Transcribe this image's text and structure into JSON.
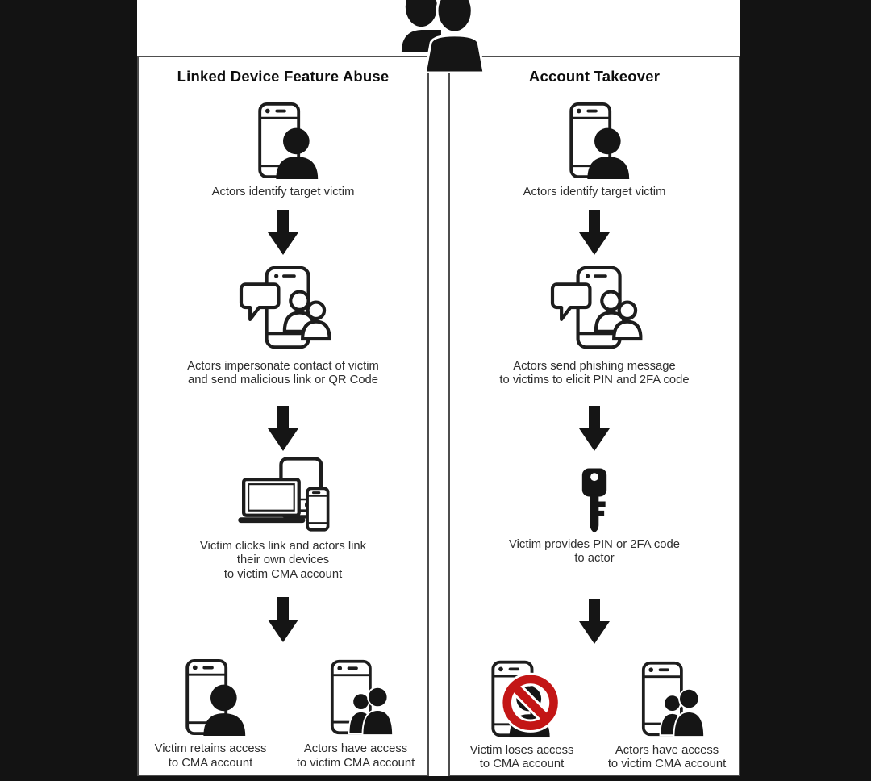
{
  "colors": {
    "background": "#131313",
    "paper": "#ffffff",
    "line": "#4e4e4e",
    "ink": "#1d1d1d",
    "text": "#2e2e2e",
    "prohibition_red": "#c31616"
  },
  "header": {
    "icon": "two-actors-icon"
  },
  "columns": [
    {
      "title": "Linked Device Feature Abuse",
      "steps": [
        {
          "icon": "phone-person-icon",
          "caption": "Actors identify target victim"
        },
        {
          "icon": "phone-chat-contacts-icon",
          "caption": "Actors impersonate contact of victim\nand send malicious link or QR Code"
        },
        {
          "icon": "linked-devices-icon",
          "caption": "Victim clicks link and actors link\ntheir own devices\nto victim CMA account"
        }
      ],
      "outcomes": [
        {
          "icon": "phone-person-icon",
          "caption": "Victim retains access\nto CMA account"
        },
        {
          "icon": "phone-two-actors-icon",
          "caption": "Actors have access\nto victim CMA account"
        }
      ]
    },
    {
      "title": "Account Takeover",
      "steps": [
        {
          "icon": "phone-person-icon",
          "caption": "Actors identify target victim"
        },
        {
          "icon": "phone-chat-contacts-icon",
          "caption": "Actors send phishing message\nto victims to elicit PIN and 2FA code"
        },
        {
          "icon": "key-icon",
          "caption": "Victim provides PIN or 2FA code\nto actor"
        }
      ],
      "outcomes": [
        {
          "icon": "phone-person-blocked-icon",
          "caption": "Victim loses access\nto CMA account"
        },
        {
          "icon": "phone-two-actors-icon",
          "caption": "Actors have access\nto victim CMA account"
        }
      ]
    }
  ],
  "flow_arrow_icon": "down-arrow-icon"
}
